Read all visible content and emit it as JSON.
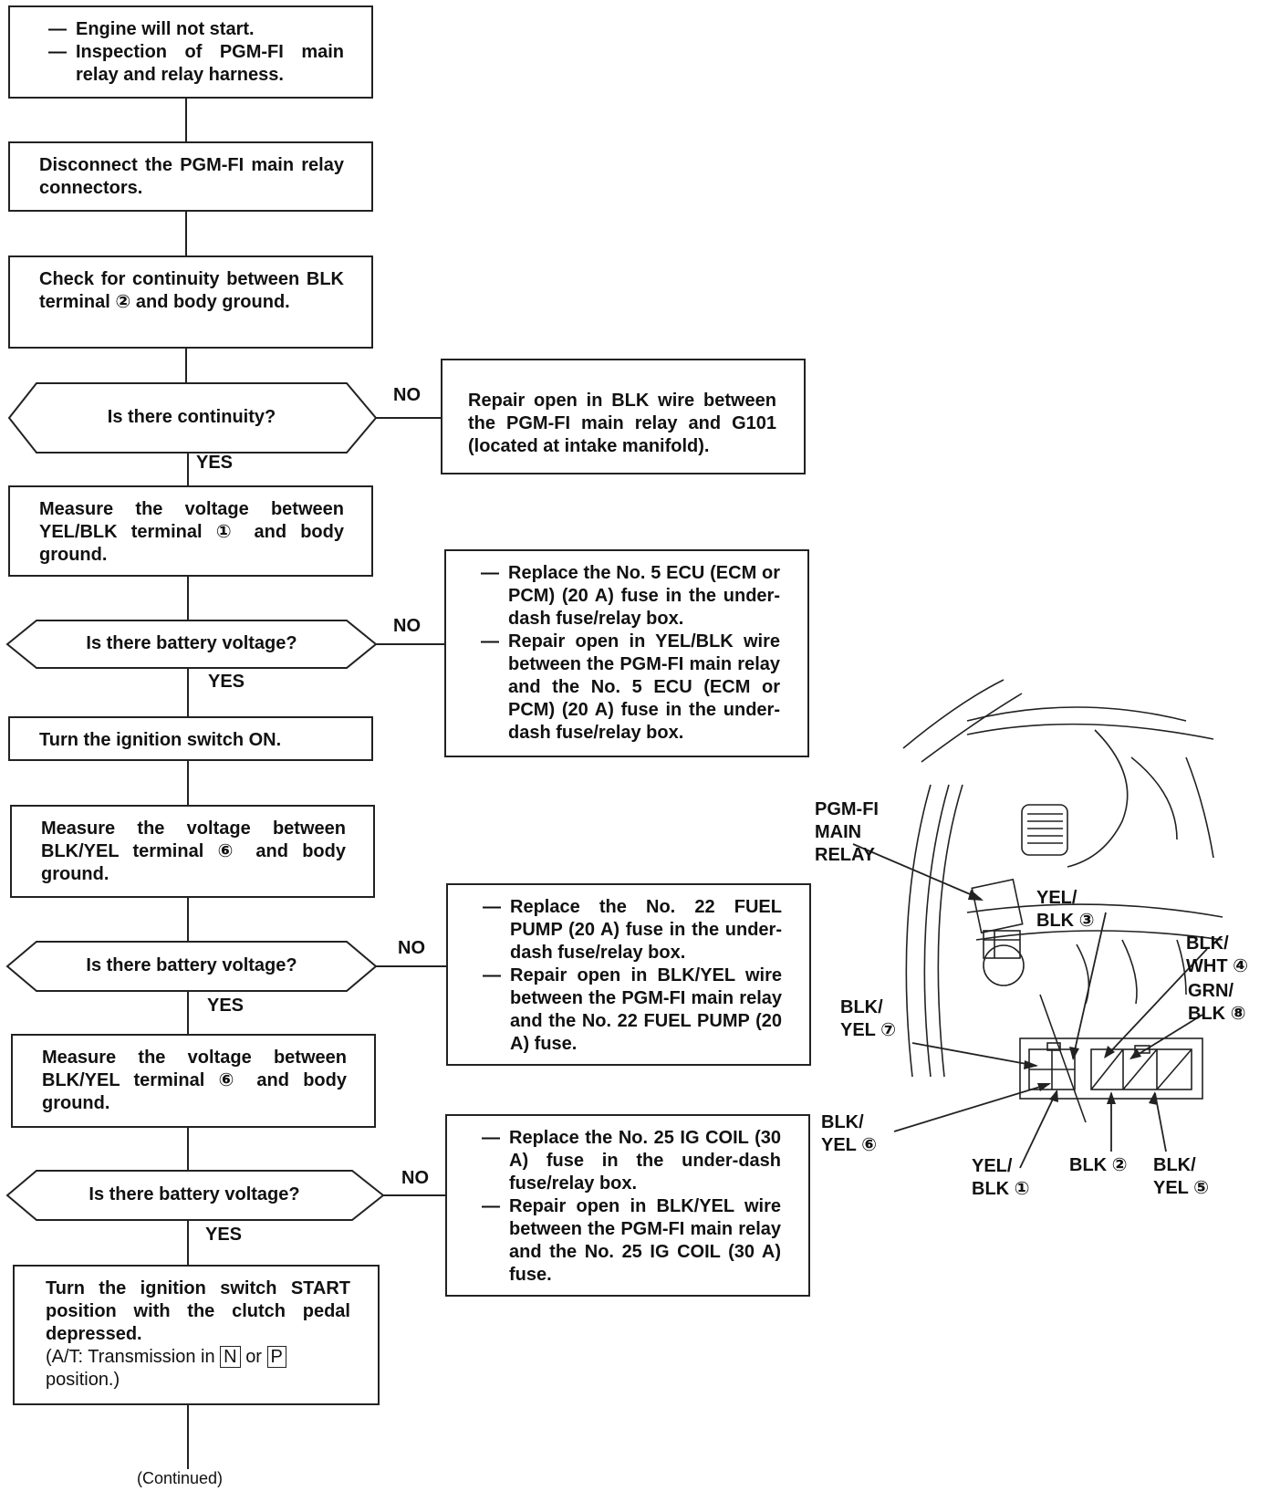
{
  "flow": {
    "start": {
      "bullets": [
        "Engine will not start.",
        "Inspection of PGM-FI main relay and relay harness."
      ]
    },
    "step_disconnect": "Disconnect the PGM-FI main relay connectors.",
    "step_check_continuity": "Check for continuity between BLK terminal ② and body ground.",
    "decision_continuity": "Is there continuity?",
    "repair_blk_wire": "Repair open in BLK wire between the PGM-FI main relay and G101 (located at intake manifold).",
    "step_measure_yelblk": "Measure the voltage between YEL/BLK terminal ① and body ground.",
    "decision_voltage_1": "Is there battery voltage?",
    "remedy_1": [
      "Replace the No. 5 ECU (ECM or PCM) (20 A) fuse in the under-dash fuse/relay box.",
      "Repair open in YEL/BLK wire between the PGM-FI main relay and the No. 5 ECU (ECM or PCM) (20 A) fuse in the under-dash fuse/relay box."
    ],
    "step_ignition_on": "Turn the ignition switch ON.",
    "step_measure_blkyel_a": "Measure the voltage between BLK/YEL terminal ⑥ and body ground.",
    "decision_voltage_2": "Is there battery voltage?",
    "remedy_2": [
      "Replace the No. 22 FUEL PUMP (20 A) fuse in the under-dash fuse/relay box.",
      "Repair open in BLK/YEL wire between the PGM-FI main relay and the No. 22 FUEL PUMP (20 A) fuse."
    ],
    "step_measure_blkyel_b": "Measure the voltage between BLK/YEL terminal ⑥ and body ground.",
    "decision_voltage_3": "Is there battery voltage?",
    "remedy_3": [
      "Replace the No. 25 IG COIL (30 A) fuse in the under-dash fuse/relay box.",
      "Repair open in BLK/YEL wire between the PGM-FI main relay and the No. 25 IG COIL (30 A) fuse."
    ],
    "final_step": {
      "text": "Turn the ignition switch START position with the clutch pedal depressed.",
      "at_prefix": "(A/T: Transmission in",
      "n_key": "N",
      "or_word": "or",
      "p_key": "P",
      "at_suffix": "position.)"
    },
    "yes_label": "YES",
    "no_label": "NO",
    "continued": "(Continued)"
  },
  "diagram": {
    "relay_label": "PGM-FI\nMAIN\nRELAY",
    "terminals": {
      "yel_blk_3": "YEL/\nBLK ③",
      "blk_wht_4": "BLK/\nWHT ④",
      "grn_blk_8": "GRN/\nBLK ⑧",
      "blk_yel_7": "BLK/\nYEL ⑦",
      "blk_yel_6": "BLK/\nYEL ⑥",
      "yel_blk_1": "YEL/\nBLK ①",
      "blk_2": "BLK ②",
      "blk_yel_5": "BLK/\nYEL ⑤"
    }
  }
}
